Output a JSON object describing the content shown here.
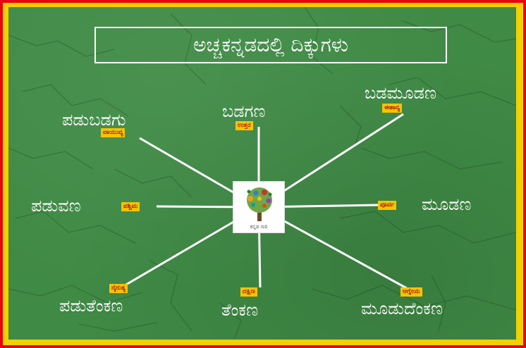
{
  "title": "ಅಚ್ಚಕನ್ನಡದಲ್ಲಿ ದಿಕ್ಕುಗಳು",
  "center": {
    "caption": "ಕನ್ನಡ ಸಾರಿ"
  },
  "directions": {
    "north": {
      "label": "ಬಡಗಣ",
      "sanskrit": "ಉತ್ತರ"
    },
    "northeast": {
      "label": "ಬಡಮೂಡಣ",
      "sanskrit": "ಈಶಾನ್ಯ"
    },
    "east": {
      "label": "ಮೂಡಣ",
      "sanskrit": "ಪೂರ್ವ"
    },
    "southeast": {
      "label": "ಮೂಡುದೆಂಕಣ",
      "sanskrit": "ಆಗ್ನೇಯ"
    },
    "south": {
      "label": "ತೆಂಕಣ",
      "sanskrit": "ದಕ್ಷಿಣ"
    },
    "southwest": {
      "label": "ಪಡುತೆಂಕಣ",
      "sanskrit": "ನೈರುತ್ಯ"
    },
    "west": {
      "label": "ಪಡುವಣ",
      "sanskrit": "ಪಶ್ಚಿಮ"
    },
    "northwest": {
      "label": "ಪಡುಬಡಗು",
      "sanskrit": "ವಾಯುವ್ಯ"
    }
  },
  "colors": {
    "outer_border": "#e30613",
    "inner_border": "#f4d000",
    "board": "#3f8a45",
    "tag_bg": "#f5c400",
    "tag_text": "#a21d12"
  }
}
